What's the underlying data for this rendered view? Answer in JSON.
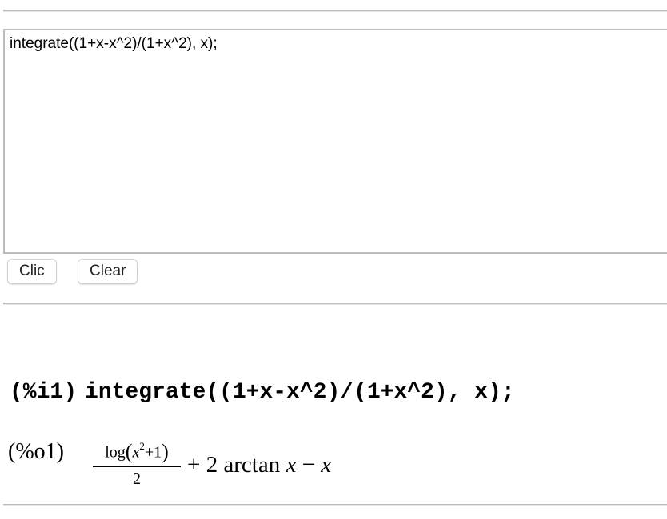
{
  "editor": {
    "value": "integrate((1+x-x^2)/(1+x^2), x);"
  },
  "buttons": {
    "clic_label": "Clic",
    "clear_label": "Clear"
  },
  "session": {
    "input": {
      "label": "(%i1)",
      "command": "integrate((1+x-x^2)/(1+x^2), x);"
    },
    "output": {
      "label": "(%o1)",
      "fraction_numerator": {
        "func": "log",
        "open": "(",
        "var": "x",
        "exponent": "2",
        "tail": "+1",
        "close": ")"
      },
      "fraction_denominator": "2",
      "plus": "+ 2 ",
      "func": "arctan",
      "var": "x",
      "minus": " − ",
      "last_var": "x"
    }
  }
}
